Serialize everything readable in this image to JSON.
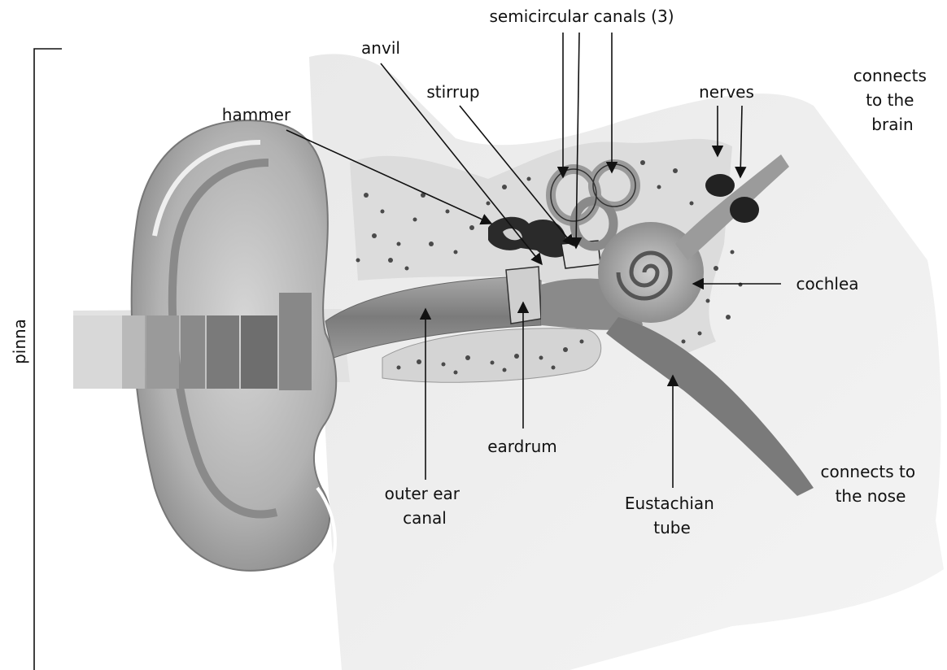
{
  "labels": {
    "semicircular_canals": "semicircular canals (3)",
    "anvil": "anvil",
    "stirrup": "stirrup",
    "hammer": "hammer",
    "nerves": "nerves",
    "brain": [
      "connects",
      "to the",
      "brain"
    ],
    "cochlea": "cochlea",
    "pinna": "pinna",
    "eardrum": "eardrum",
    "outer_ear_canal": [
      "outer ear",
      "canal"
    ],
    "eustachian_tube": [
      "Eustachian",
      "tube"
    ],
    "nose": [
      "connects to",
      "the nose"
    ]
  },
  "colors": {
    "ink": "#111111",
    "skin_light": "#e6e6e6",
    "skin_mid": "#bdbdbd",
    "skin_dark": "#7a7a7a",
    "bone": "#d9d9d9",
    "bone_dots": "#555555",
    "dark_tissue": "#222222"
  }
}
